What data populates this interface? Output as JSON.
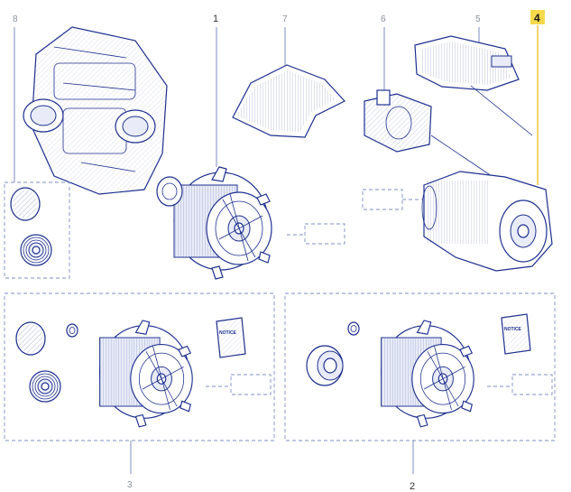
{
  "callouts": {
    "c1": "1",
    "c2": "2",
    "c3": "3",
    "c4": "4",
    "c5": "5",
    "c6": "6",
    "c7": "7",
    "c8": "8"
  },
  "colors": {
    "ink": "#1d2f8f",
    "highlight": "#f5d94a",
    "leader_highlight": "#e8c33a"
  },
  "notice_labels": {
    "kit3": "NOTICE",
    "kit2": "NOTICE"
  }
}
